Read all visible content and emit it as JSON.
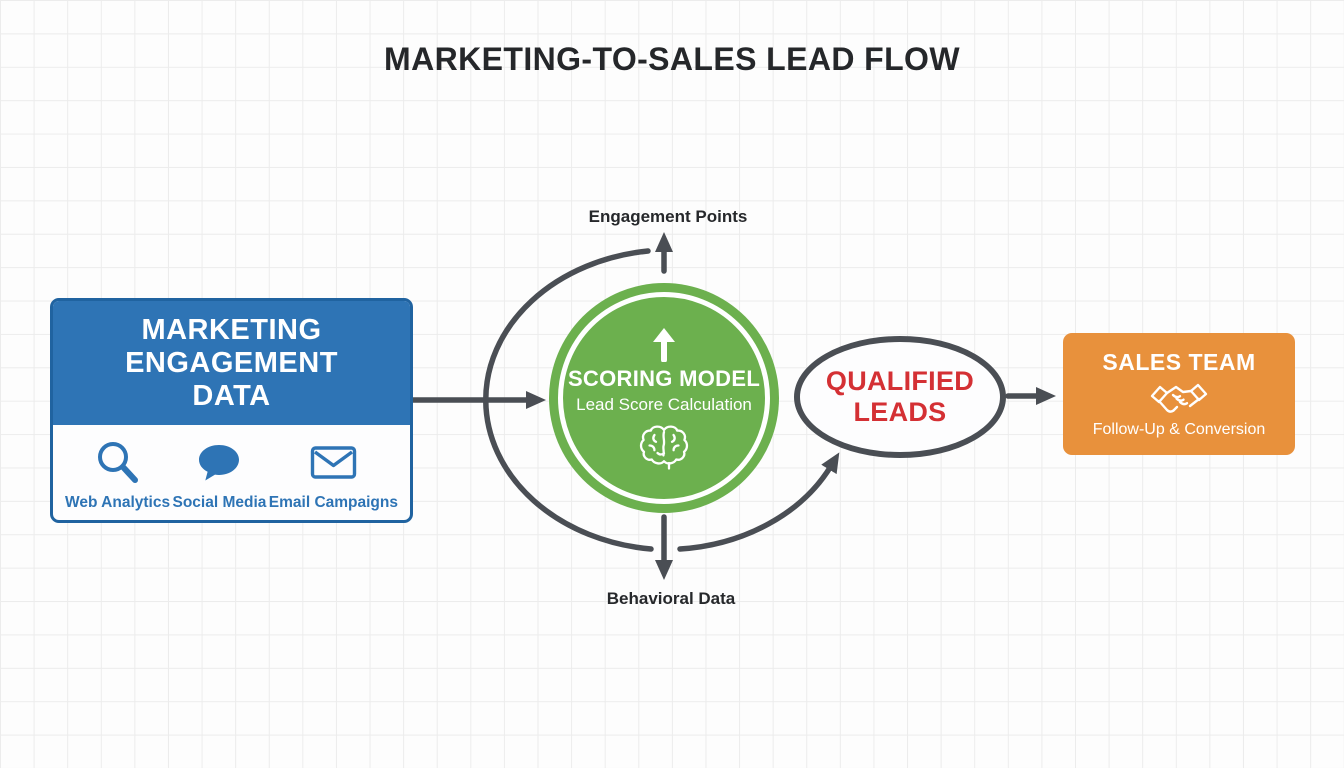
{
  "title": "MARKETING-TO-SALES LEAD FLOW",
  "flow_labels": {
    "engagement_points": "Engagement Points",
    "behavioral_data": "Behavioral Data"
  },
  "marketing_box": {
    "title": "MARKETING ENGAGEMENT DATA",
    "channels": [
      {
        "label": "Web Analytics",
        "icon": "search-icon"
      },
      {
        "label": "Social Media",
        "icon": "speech-bubble-icon"
      },
      {
        "label": "Email Campaigns",
        "icon": "envelope-icon"
      }
    ]
  },
  "scoring_model": {
    "title": "SCORING MODEL",
    "subtitle": "Lead Score Calculation",
    "icons": [
      "up-arrow-icon",
      "brain-icon"
    ]
  },
  "qualified_leads": {
    "title": "QUALIFIED LEADS"
  },
  "sales_team": {
    "title": "SALES TEAM",
    "subtitle": "Follow-Up & Conversion",
    "icon": "handshake-icon"
  },
  "colors": {
    "marketing_blue": "#2e74b5",
    "marketing_border_blue": "#2063a0",
    "scoring_green": "#6cb04e",
    "sales_orange": "#e8913c",
    "qualified_red": "#d43034",
    "arrow_gray": "#4a4e54",
    "grid_line": "#ececec",
    "background": "#fdfdfd"
  }
}
